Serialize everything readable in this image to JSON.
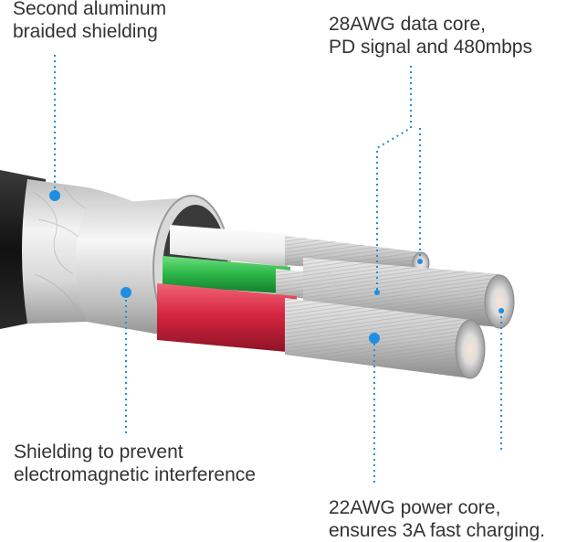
{
  "labels": {
    "second_shielding": [
      "Second aluminum",
      "braided shielding"
    ],
    "data_core": [
      "28AWG data core,",
      "PD signal and 480mbps"
    ],
    "emi_shielding": [
      "Shielding to prevent",
      "electromagnetic interference"
    ],
    "power_core": [
      "22AWG power core,",
      "ensures 3A fast charging."
    ]
  },
  "colors": {
    "callout": "#1e8fe0",
    "text": "#333333",
    "green_wire": "#2db84a",
    "red_wire": "#d6263f",
    "white_wire": "#f2f2f2",
    "jacket": "#1a1a1a",
    "foil": "#c9c9c9"
  }
}
